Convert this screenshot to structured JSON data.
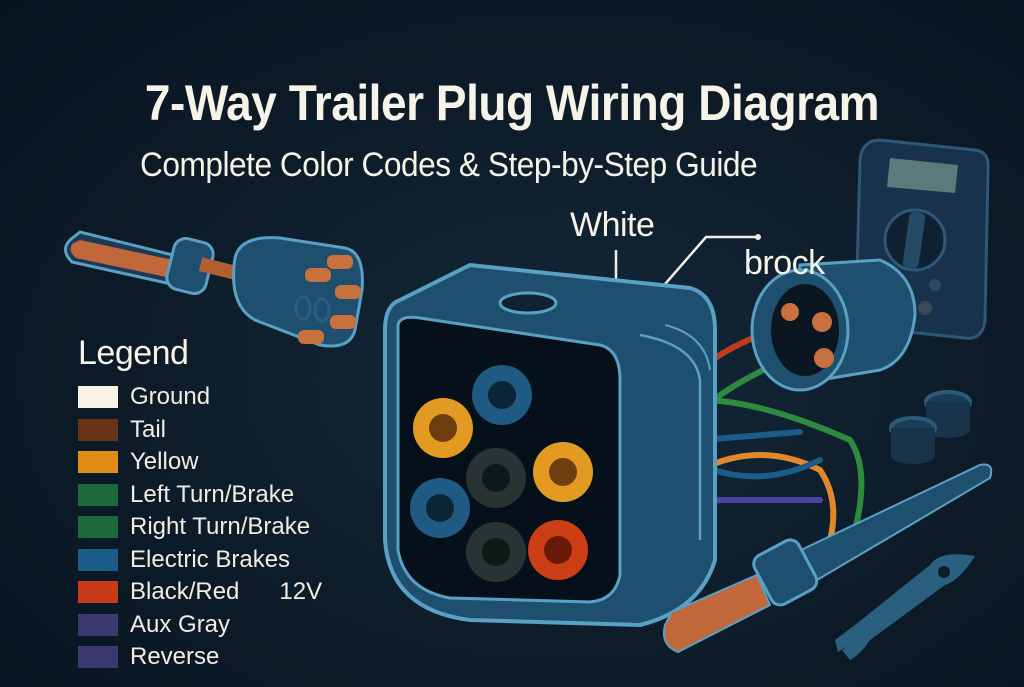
{
  "header": {
    "title": "7-Way Trailer Plug Wiring Diagram",
    "subtitle": "Complete Color Codes & Step-by-Step Guide"
  },
  "callouts": {
    "white": "White",
    "brock": "brock"
  },
  "legend": {
    "title": "Legend",
    "items": [
      {
        "label": "Ground",
        "color": "#f7f4e6",
        "extra": ""
      },
      {
        "label": "Tail",
        "color": "#6b3417",
        "extra": ""
      },
      {
        "label": "Yellow",
        "color": "#e08c16",
        "extra": ""
      },
      {
        "label": "Left Turn/Brake",
        "color": "#1d6b3c",
        "extra": ""
      },
      {
        "label": "Right Turn/Brake",
        "color": "#1d6b3c",
        "extra": ""
      },
      {
        "label": "Electric Brakes",
        "color": "#1b5c8a",
        "extra": ""
      },
      {
        "label": "Black/Red",
        "color": "#c83a18",
        "extra": "12V"
      },
      {
        "label": "Aux Gray",
        "color": "#3b3a6e",
        "extra": ""
      },
      {
        "label": "Reverse",
        "color": "#3b3a6e",
        "extra": ""
      }
    ]
  },
  "colors": {
    "background": "#0d1b28",
    "plastic_blue": "#1f4f6e",
    "outline_blue": "#5aa0c4",
    "copper": "#c0683a"
  },
  "illustration": {
    "socket_terminals": [
      "yellow",
      "blue",
      "yellow",
      "black",
      "blue",
      "black",
      "red"
    ],
    "items": [
      "trailer-plug",
      "socket-housing",
      "round-connector",
      "multimeter",
      "probe",
      "wrench",
      "rubber-grommets"
    ]
  }
}
